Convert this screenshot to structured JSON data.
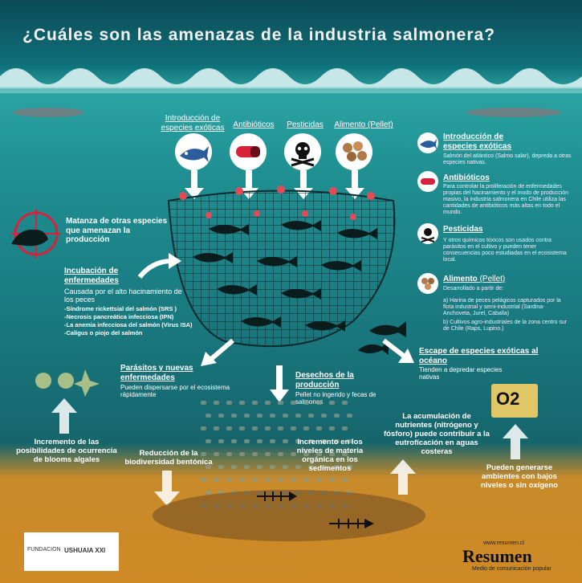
{
  "title": "¿Cuáles son las amenazas de la industria salmonera?",
  "inputs": {
    "exoticas": "Introducción de especies exóticas",
    "antibioticos": "Antibióticos",
    "pesticidas": "Pesticidas",
    "alimento": "Alimento",
    "alimento_suffix": "(Pellet)"
  },
  "right": {
    "exoticas_head": "Introducción de especies exóticas",
    "exoticas_body": "Salmón del atlántico (Salmo salar), depreda a otras especies nativas.",
    "antibioticos_head": "Antibióticos",
    "antibioticos_body": "Para controlar la proliferación de enfermedades propias del hacinamiento y el modo de producción masivo, la industria salmonera en Chile utiliza las cantidades de antibióticos más altas en todo el mundo.",
    "pesticidas_head": "Pesticidas",
    "pesticidas_body": "Y otros químicos tóxicos son usados contra parásitos en el cultivo y pueden tener consecuencias poco estudiadas en el ecosistema local.",
    "alimento_head": "Alimento",
    "alimento_suffix": "(Pellet)",
    "alimento_intro": "Desarrollado a partir de:",
    "alimento_a": "a) Harina de peces pelágicos capturados por la flota industrial y semi-industrial (Sardina-Anchoveta, Jurel, Caballa)",
    "alimento_b": "b) Cultivos agro-industriales de la zona centro sur de Chile (Raps, Lupino.)"
  },
  "left": {
    "matanza": "Matanza de otras especies que amenazan la producción",
    "incubacion_head": "Incubación de enfermedades",
    "incubacion_body": "Causada por el alto hacinamiento de los peces",
    "srs": "-Síndrome rickettsial del salmón (SRS )",
    "ipn": "-Necrosis pancreática infecciosa (IPN)",
    "isa": "-La anemia infecciosa del salmón (Virus ISA)",
    "caligus": "-Caligus o piojo del salmón"
  },
  "middle": {
    "parasitos_head": "Parásitos y nuevas enfermedades",
    "parasitos_body": "Pueden dispersarse por el ecosistema rápidamente",
    "desechos_head": "Desechos de la producción",
    "desechos_body": "Pellet no ingerido y fecas de salmones",
    "escape_head": "Escape de especies exóticas al océano",
    "escape_body": "Tienden a depredar especies nativas"
  },
  "bottom": {
    "blooms": "Incremento de las posibilidades de ocurrencia de blooms algales",
    "biodiversidad": "Reducción de la biodiversidad bentónica",
    "materia": "Incremento en los niveles de materia orgánica en los sedimentos",
    "nutrientes": "La acumulación de nutrientes (nitrógeno y fósforo) puede contribuir a la eutrofícación en aguas costeras",
    "anoxia": "Pueden generarse ambientes con bajos niveles o sin oxígeno",
    "o2": "O2"
  },
  "logos": {
    "fundacion": "FUNDACION",
    "ushuaia": "USHUAIA XXI",
    "resumen_url": "www.resumen.cl",
    "resumen": "Resumen",
    "resumen_tag": "Medio de comunicación popular"
  },
  "colors": {
    "accent_red": "#d6223a",
    "sea_top": "#2aa3a3",
    "seabed": "#cf8a25"
  }
}
